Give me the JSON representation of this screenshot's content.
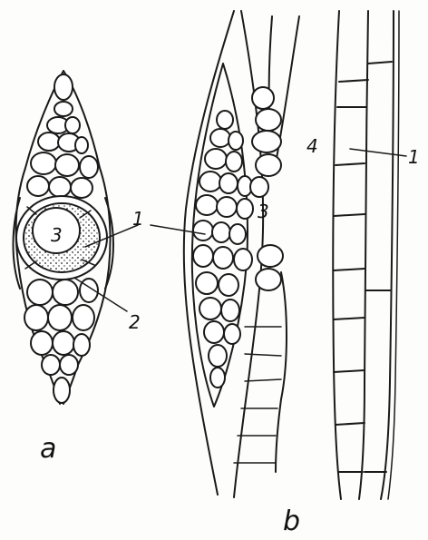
{
  "figure": {
    "panel_a": {
      "panel_label": "a",
      "callouts": [
        "3",
        "1",
        "2"
      ]
    },
    "panel_b": {
      "panel_label": "b",
      "callouts": [
        "1",
        "3",
        "4",
        "1"
      ]
    }
  }
}
